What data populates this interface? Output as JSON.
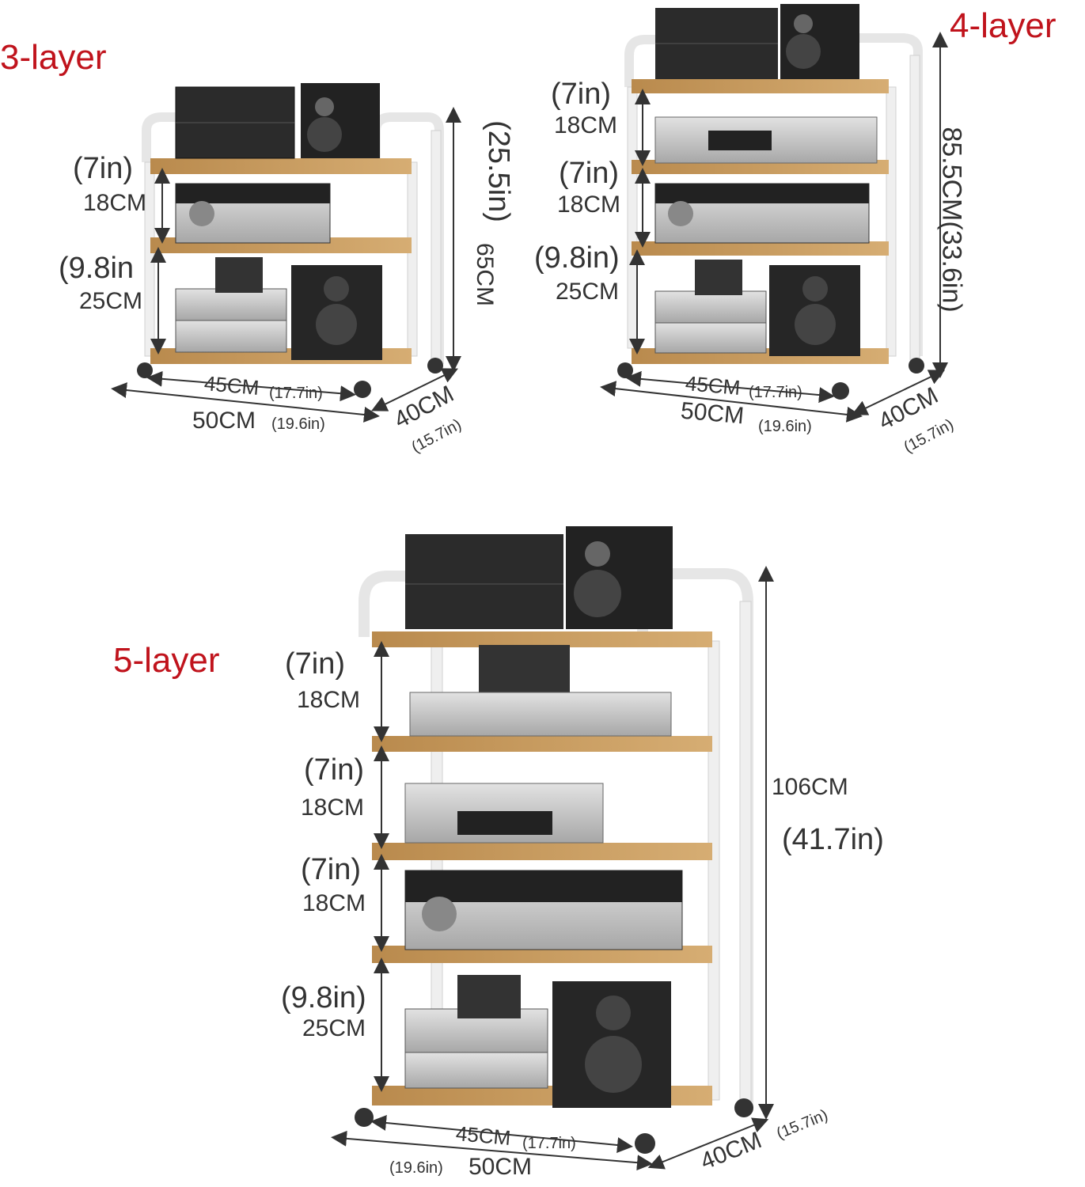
{
  "colors": {
    "title": "#c0131c",
    "frame": "#f2f2f2",
    "frame_stroke": "#cfcfcf",
    "shelf": "#c79b5e",
    "device_dark": "#2a2a2a",
    "device_silver": "#bdbdbd",
    "arrow": "#333333"
  },
  "rack3": {
    "title": "3-layer",
    "gap1_in": "(7in)",
    "gap1_cm": "18CM",
    "gap2_in": "(9.8in",
    "gap2_cm": "25CM",
    "height_in": "(25.5in)",
    "height_cm": "65CM",
    "inner_w_cm": "45CM",
    "inner_w_in": "(17.7in)",
    "outer_w_cm": "50CM",
    "outer_w_in": "(19.6in)",
    "depth_cm": "40CM",
    "depth_in": "(15.7in)"
  },
  "rack4": {
    "title": "4-layer",
    "gap1_in": "(7in)",
    "gap1_cm": "18CM",
    "gap2_in": "(7in)",
    "gap2_cm": "18CM",
    "gap3_in": "(9.8in)",
    "gap3_cm": "25CM",
    "height": "85.5CM(33.6in)",
    "inner_w_cm": "45CM",
    "inner_w_in": "(17.7in)",
    "outer_w_cm": "50CM",
    "outer_w_in": "(19.6in)",
    "depth_cm": "40CM",
    "depth_in": "(15.7in)"
  },
  "rack5": {
    "title": "5-layer",
    "gap1_in": "(7in)",
    "gap1_cm": "18CM",
    "gap2_in": "(7in)",
    "gap2_cm": "18CM",
    "gap3_in": "(7in)",
    "gap3_cm": "18CM",
    "gap4_in": "(9.8in)",
    "gap4_cm": "25CM",
    "height_cm": "106CM",
    "height_in": "(41.7in)",
    "inner_w_cm": "45CM",
    "inner_w_in": "(17.7in)",
    "outer_w_in": "(19.6in)",
    "outer_w_cm": "50CM",
    "depth_cm": "40CM",
    "depth_in": "(15.7in)"
  }
}
